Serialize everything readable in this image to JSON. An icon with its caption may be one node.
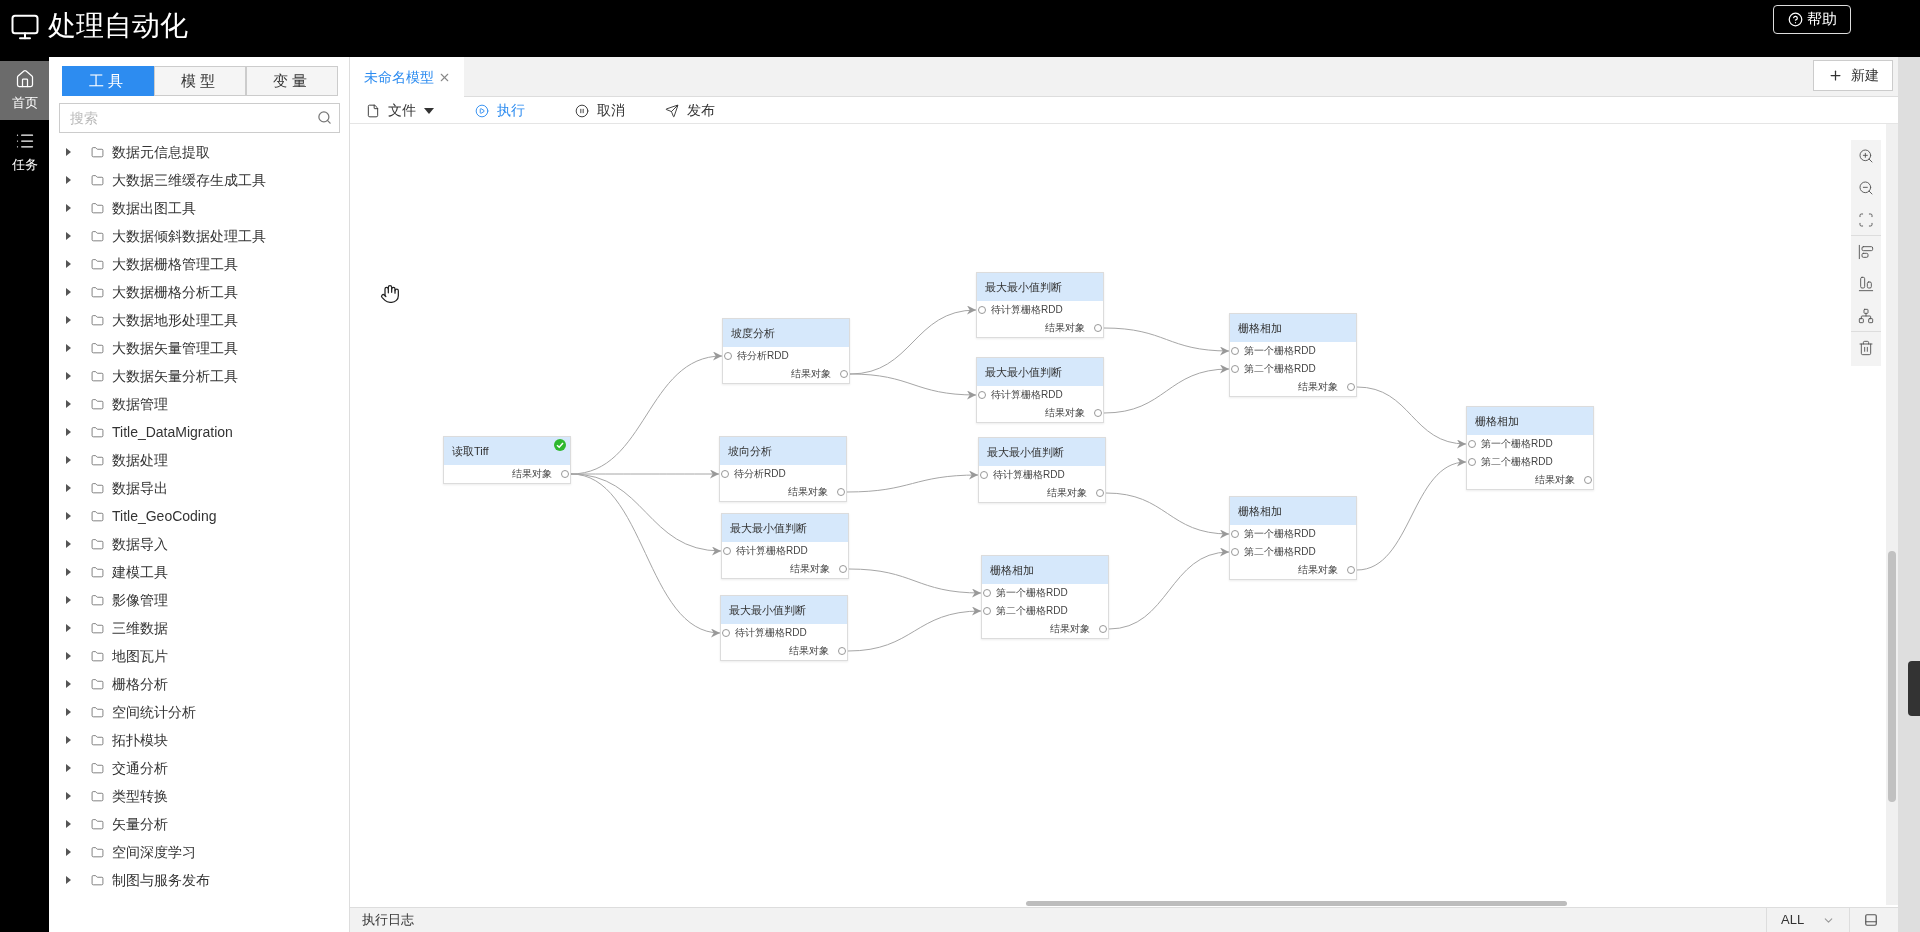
{
  "diagram": {
    "title": "处理自动化",
    "nodes": [
      {
        "text": [
          "读取Tiff",
          "结果对象"
        ]
      },
      {
        "text": [
          "坡度分析",
          "待分析RDD",
          "结果对象"
        ]
      },
      {
        "text": [
          "坡向分析",
          "待分析RDD",
          "结果对象"
        ]
      },
      {
        "text": [
          "最大最小值判断",
          "待计算栅格RDD",
          "结果对象"
        ]
      },
      {
        "text": [
          "最大最小值判断",
          "待计算栅格RDD",
          "结果对象"
        ]
      },
      {
        "text": [
          "最大最小值判断",
          "待计算栅格RDD",
          "结果对象"
        ]
      },
      {
        "text": [
          "最大最小值判断",
          "待计算栅格RDD",
          "结果对象"
        ]
      },
      {
        "text": [
          "最大最小值判断",
          "待计算栅格RDD",
          "结果对象"
        ]
      },
      {
        "text": [
          "栅格相加",
          "第一个栅格RDD",
          "第二个栅格RDD",
          "结果对象"
        ]
      },
      {
        "text": [
          "栅格相加",
          "第一个栅格RDD",
          "第二个栅格RDD",
          "结果对象"
        ]
      },
      {
        "text": [
          "栅格相加",
          "第一个栅格RDD",
          "第二个栅格RDD",
          "结果对象"
        ]
      },
      {
        "text": [
          "栅格相加",
          "第一个栅格RDD",
          "第二个栅格RDD",
          "结果对象"
        ]
      }
    ],
    "edges": [
      {
        "from": 0,
        "to": 1,
        "arrow": "to"
      },
      {
        "from": 0,
        "to": 2,
        "arrow": "to"
      },
      {
        "from": 0,
        "to": 3,
        "arrow": "to"
      },
      {
        "from": 0,
        "to": 4,
        "arrow": "to"
      },
      {
        "from": 1,
        "to": 5,
        "arrow": "to"
      },
      {
        "from": 1,
        "to": 6,
        "arrow": "to"
      },
      {
        "from": 2,
        "to": 7,
        "arrow": "to"
      },
      {
        "from": 3,
        "to": 8,
        "arrow": "to"
      },
      {
        "from": 4,
        "to": 8,
        "arrow": "to"
      },
      {
        "from": 5,
        "to": 9,
        "arrow": "to"
      },
      {
        "from": 6,
        "to": 9,
        "arrow": "to"
      },
      {
        "from": 7,
        "to": 10,
        "arrow": "to"
      },
      {
        "from": 8,
        "to": 10,
        "arrow": "to"
      },
      {
        "from": 9,
        "to": 11,
        "arrow": "to"
      },
      {
        "from": 10,
        "to": 11,
        "arrow": "to"
      }
    ],
    "labels": [
      "帮助",
      "首页",
      "任务",
      "工具",
      "模型",
      "变量",
      "搜索",
      "数据元信息提取",
      "大数据三维缓存生成工具",
      "数据出图工具",
      "大数据倾斜数据处理工具",
      "大数据栅格管理工具",
      "大数据栅格分析工具",
      "大数据地形处理工具",
      "大数据矢量管理工具",
      "大数据矢量分析工具",
      "数据管理",
      "Title_DataMigration",
      "数据处理",
      "数据导出",
      "Title_GeoCoding",
      "数据导入",
      "建模工具",
      "影像管理",
      "三维数据",
      "地图瓦片",
      "栅格分析",
      "空间统计分析",
      "拓扑模块",
      "交通分析",
      "类型转换",
      "矢量分析",
      "空间深度学习",
      "制图与服务发布",
      "未命名模型",
      "新建",
      "文件",
      "执行",
      "取消",
      "发布",
      "执行日志",
      "ALL"
    ]
  }
}
